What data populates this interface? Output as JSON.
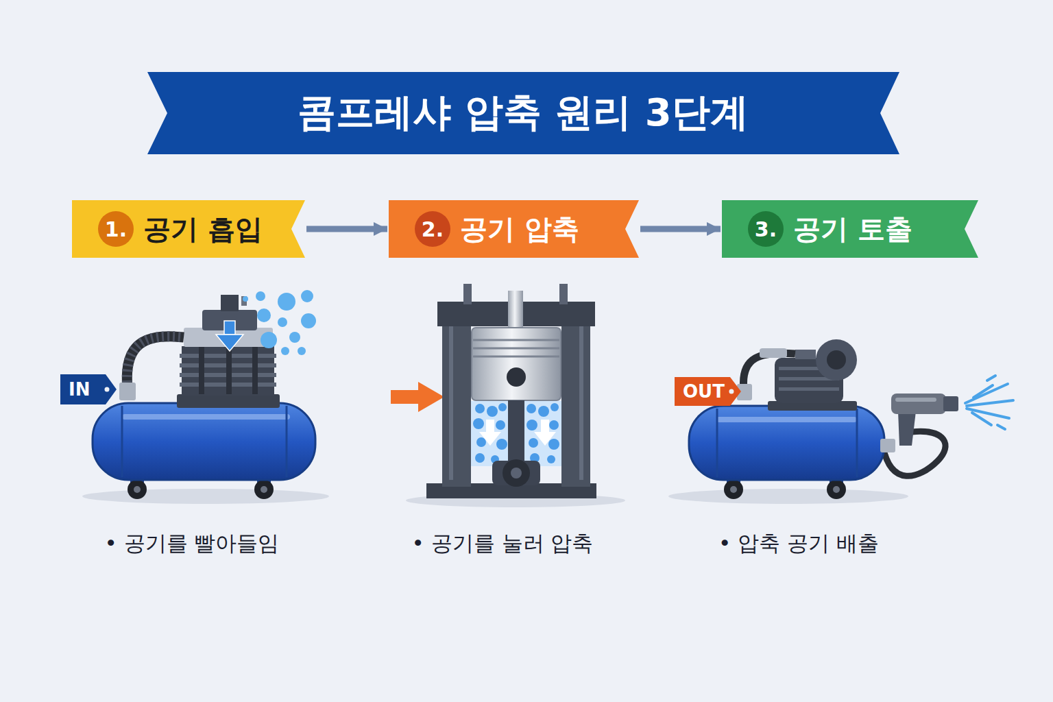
{
  "diagram": {
    "title": "콤프레샤 압축 원리 3단계",
    "nodes": [
      {
        "text": [
          "1.",
          "공기 흡입"
        ]
      },
      {
        "text": [
          "2.",
          "공기 압축"
        ]
      },
      {
        "text": [
          "3.",
          "공기 토출"
        ]
      },
      {
        "text": [
          "IN"
        ]
      },
      {
        "text": [
          "OUT"
        ]
      }
    ],
    "edges": [
      {
        "from": 0,
        "to": 1,
        "arrow": "to"
      },
      {
        "from": 1,
        "to": 2,
        "arrow": "to"
      }
    ],
    "labels": [
      "• 공기를 빨아들임",
      "• 공기를 눌러 압축",
      "• 압축 공기 배출"
    ]
  }
}
